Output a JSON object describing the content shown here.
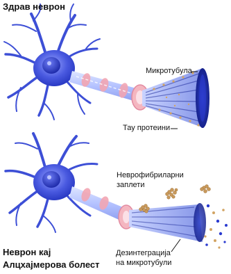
{
  "labels": {
    "healthy_title": "Здрав неврон",
    "microtubule": "Микротубула",
    "tau": "Тау протеини",
    "tangles_line1": "Неврофибриларни",
    "tangles_line2": "заплети",
    "disease_title_line1": "Неврон кај",
    "disease_title_line2": "Алцхајмерова болест",
    "disintegration_line1": "Дезинтеграција",
    "disintegration_line2": "на микротубули"
  },
  "colors": {
    "neuron_blue": "#3d4fd6",
    "neuron_light": "#7b8bf0",
    "nucleus": "#2433b8",
    "axon_pink": "#f2a5b3",
    "microtubule_dark": "#1d2a9a",
    "tau_tan": "#d2a463",
    "tangle_tan": "#c99a5c"
  }
}
